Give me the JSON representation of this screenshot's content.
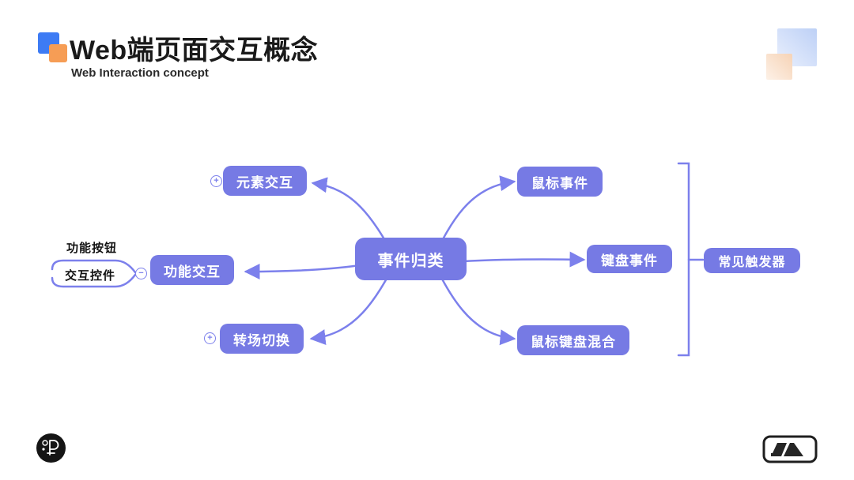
{
  "header": {
    "title": "Web端页面交互概念",
    "subtitle": "Web Interaction concept"
  },
  "colors": {
    "node_fill": "#767AE4",
    "edge": "#7C80EC",
    "title_blue": "#3D7BF4",
    "title_orange": "#F69D55"
  },
  "mindmap": {
    "center": {
      "label": "事件归类"
    },
    "left_branches": [
      {
        "label": "元素交互",
        "toggle": "+"
      },
      {
        "label": "功能交互",
        "toggle": "−"
      },
      {
        "label": "转场切换",
        "toggle": "+"
      }
    ],
    "collapsed_children": [
      {
        "label": "功能按钮"
      },
      {
        "label": "交互控件"
      }
    ],
    "right_branches": [
      {
        "label": "鼠标事件"
      },
      {
        "label": "键盘事件"
      },
      {
        "label": "鼠标键盘混合"
      }
    ],
    "summary": {
      "label": "常见触发器"
    }
  }
}
